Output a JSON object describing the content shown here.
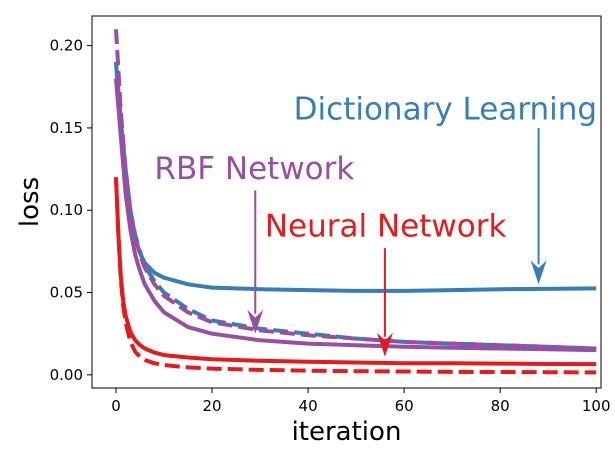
{
  "chart_data": {
    "type": "line",
    "xlabel": "iteration",
    "ylabel": "loss",
    "xlim": [
      -5,
      101
    ],
    "ylim": [
      -0.008,
      0.218
    ],
    "xticks": [
      0,
      20,
      40,
      60,
      80,
      100
    ],
    "yticks": [
      0.0,
      0.05,
      0.1,
      0.15,
      0.2
    ],
    "xtick_labels": [
      "0",
      "20",
      "40",
      "60",
      "80",
      "100"
    ],
    "ytick_labels": [
      "0.00",
      "0.05",
      "0.10",
      "0.15",
      "0.20"
    ],
    "grid": false,
    "legend": "none",
    "series": [
      {
        "color": "#377eb8",
        "style": "solid",
        "x": [
          0,
          1,
          2,
          3,
          4,
          5,
          6,
          8,
          10,
          15,
          20,
          30,
          40,
          50,
          60,
          70,
          80,
          90,
          100
        ],
        "y": [
          0.19,
          0.15,
          0.12,
          0.097,
          0.083,
          0.074,
          0.068,
          0.062,
          0.059,
          0.055,
          0.053,
          0.052,
          0.0515,
          0.051,
          0.051,
          0.0515,
          0.052,
          0.0522,
          0.0525
        ]
      },
      {
        "color": "#377eb8",
        "style": "dashed",
        "x": [
          0,
          1,
          2,
          3,
          4,
          5,
          6,
          8,
          10,
          15,
          20,
          30,
          40,
          50,
          60,
          70,
          80,
          90,
          100
        ],
        "y": [
          0.19,
          0.155,
          0.125,
          0.1,
          0.085,
          0.075,
          0.066,
          0.057,
          0.05,
          0.04,
          0.033,
          0.028,
          0.025,
          0.022,
          0.02,
          0.019,
          0.018,
          0.017,
          0.016
        ]
      },
      {
        "color": "#984ea3",
        "style": "solid",
        "x": [
          0,
          1,
          2,
          3,
          4,
          5,
          6,
          8,
          10,
          15,
          20,
          30,
          40,
          50,
          60,
          70,
          80,
          90,
          100
        ],
        "y": [
          0.18,
          0.145,
          0.11,
          0.088,
          0.073,
          0.063,
          0.055,
          0.045,
          0.038,
          0.029,
          0.025,
          0.021,
          0.019,
          0.018,
          0.017,
          0.0165,
          0.016,
          0.0155,
          0.015
        ]
      },
      {
        "color": "#984ea3",
        "style": "dashed",
        "x": [
          0,
          1,
          2,
          3,
          4,
          5,
          6,
          8,
          10,
          15,
          20,
          30,
          40,
          50,
          60,
          70,
          80,
          90,
          100
        ],
        "y": [
          0.21,
          0.16,
          0.125,
          0.1,
          0.084,
          0.073,
          0.065,
          0.055,
          0.048,
          0.038,
          0.032,
          0.027,
          0.024,
          0.022,
          0.02,
          0.019,
          0.018,
          0.017,
          0.016
        ]
      },
      {
        "color": "#e41a1c",
        "style": "solid",
        "x": [
          0,
          0.5,
          1,
          1.5,
          2,
          3,
          4,
          5,
          6,
          8,
          10,
          15,
          20,
          30,
          40,
          50,
          60,
          70,
          80,
          90,
          100
        ],
        "y": [
          0.12,
          0.085,
          0.06,
          0.045,
          0.036,
          0.026,
          0.021,
          0.018,
          0.016,
          0.0135,
          0.012,
          0.0105,
          0.0095,
          0.0085,
          0.008,
          0.0075,
          0.007,
          0.007,
          0.0068,
          0.0066,
          0.0065
        ]
      },
      {
        "color": "#e41a1c",
        "style": "dashed",
        "x": [
          0,
          0.5,
          1,
          1.5,
          2,
          3,
          4,
          5,
          6,
          8,
          10,
          15,
          20,
          30,
          40,
          50,
          60,
          70,
          80,
          90,
          100
        ],
        "y": [
          0.12,
          0.085,
          0.058,
          0.042,
          0.032,
          0.02,
          0.014,
          0.011,
          0.009,
          0.007,
          0.006,
          0.0045,
          0.0038,
          0.003,
          0.0025,
          0.0022,
          0.002,
          0.0018,
          0.0017,
          0.0016,
          0.0015
        ]
      }
    ],
    "annotations": [
      {
        "text": "Dictionary Learning",
        "color": "#377eb8",
        "text_x": 37,
        "text_y": 0.155,
        "arrow_from": [
          88,
          0.15
        ],
        "arrow_to": [
          88,
          0.055
        ]
      },
      {
        "text": "RBF Network",
        "color": "#984ea3",
        "text_x": 8,
        "text_y": 0.119,
        "arrow_from": [
          29,
          0.112
        ],
        "arrow_to": [
          29,
          0.025
        ]
      },
      {
        "text": "Neural Network",
        "color": "#e41a1c",
        "text_x": 31,
        "text_y": 0.084,
        "arrow_from": [
          56,
          0.077
        ],
        "arrow_to": [
          56,
          0.011
        ]
      }
    ]
  }
}
